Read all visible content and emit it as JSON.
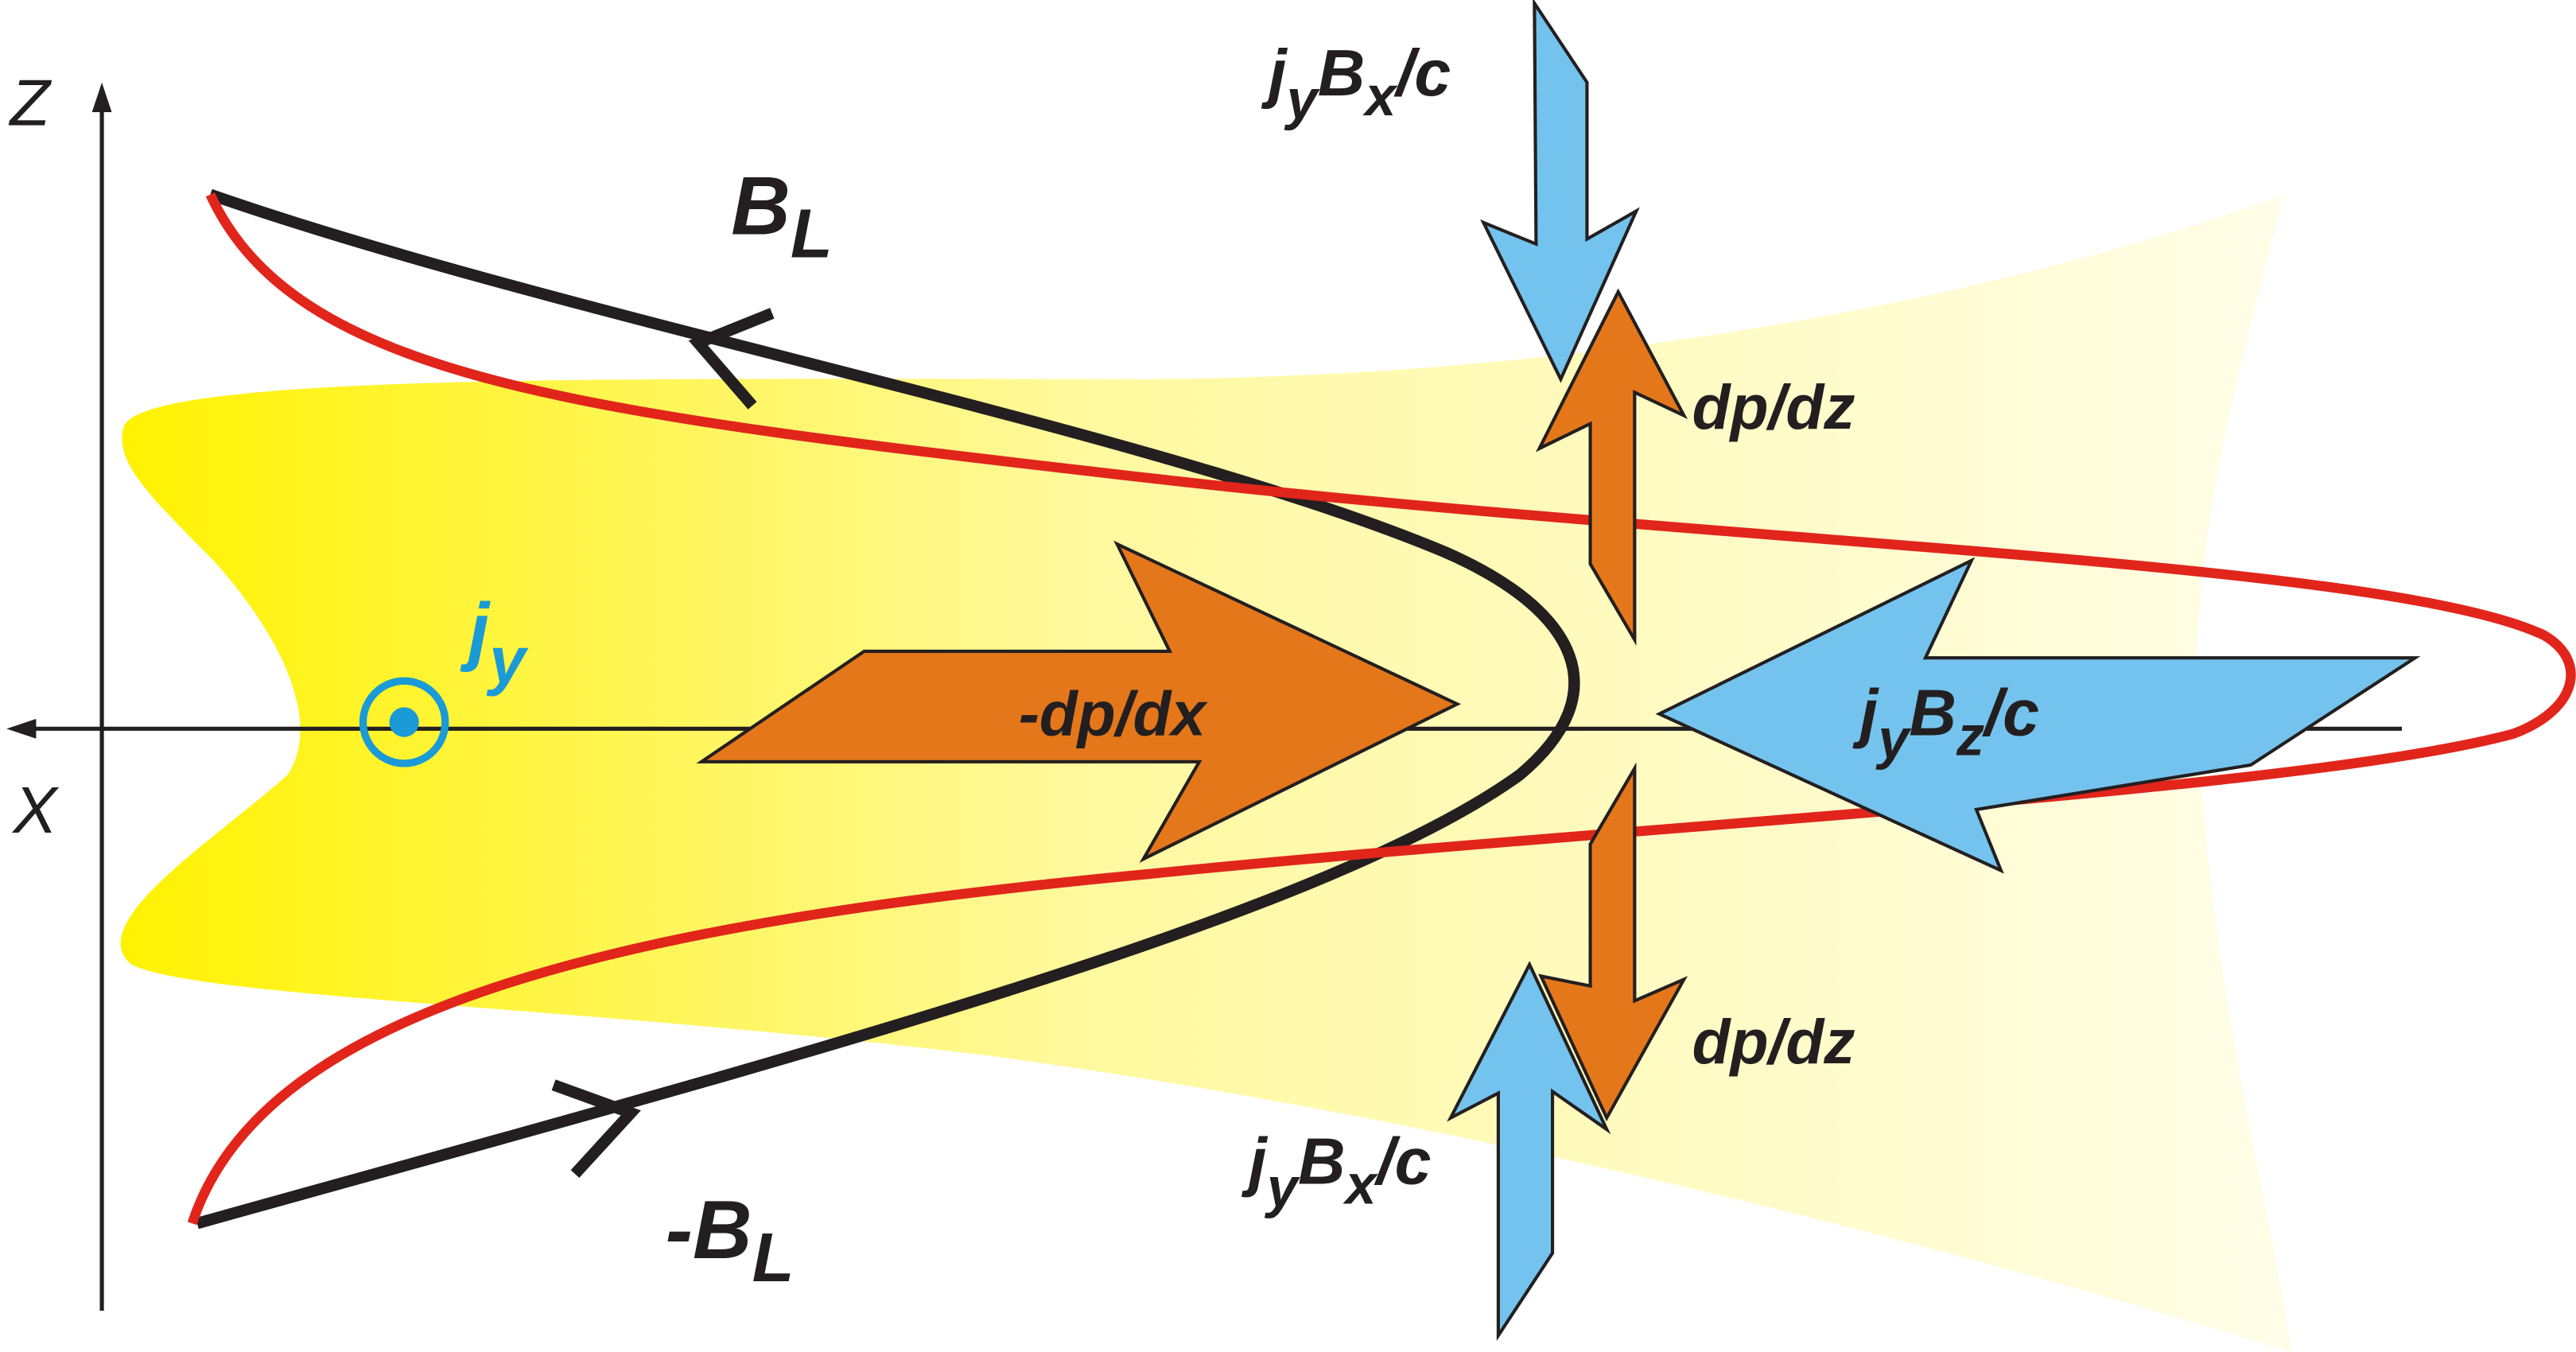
{
  "colors": {
    "sheet_yellow_strong": "#fff200",
    "sheet_yellow_fade": "#fffbe0",
    "red_field_line": "#e1251b",
    "black_field_line": "#231f20",
    "orange_arrow": "#e5771b",
    "blue_arrow": "#74c3ee",
    "current_blue": "#1a9ad6"
  },
  "axes": {
    "z_label": "Z",
    "x_label": "X"
  },
  "labels": {
    "b_top": {
      "base": "B",
      "sub": "L"
    },
    "b_bottom": {
      "base": "-B",
      "sub": "L"
    },
    "current": {
      "base": "j",
      "sub": "y"
    },
    "pressure_x": "-dp/dx",
    "pressure_z_top": "dp/dz",
    "pressure_z_bottom": "dp/dz",
    "force_z": {
      "j": "j",
      "y": "y",
      "B": "B",
      "z": "z",
      "tail": "/c"
    },
    "force_x_top": {
      "j": "j",
      "y": "y",
      "B": "B",
      "x": "x",
      "tail": "/c"
    },
    "force_x_bottom": {
      "j": "j",
      "y": "y",
      "B": "B",
      "x": "x",
      "tail": "/c"
    }
  }
}
